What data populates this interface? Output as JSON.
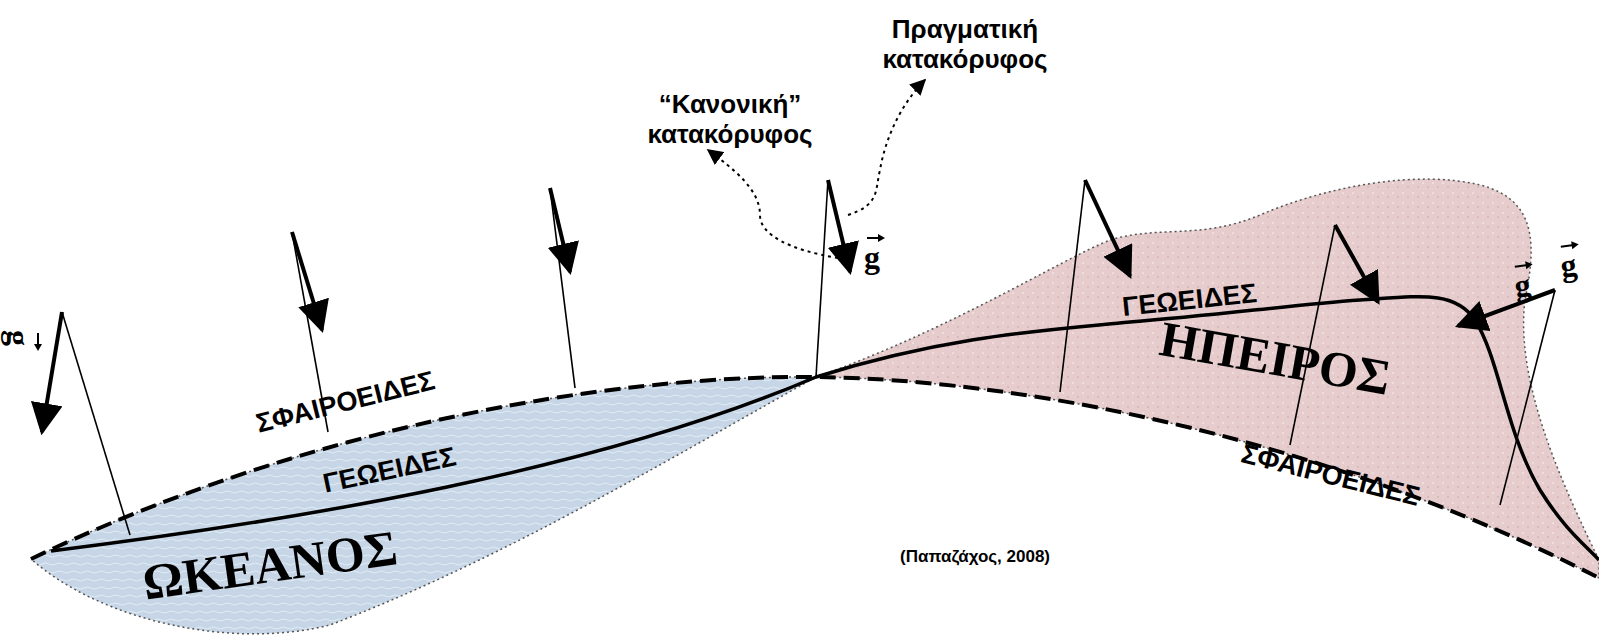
{
  "diagram": {
    "labels": [
      "Πραγματική κατακόρυφος",
      "“Κανονική” κατακόρυφος",
      "g",
      "g",
      "g",
      "g",
      "ΣΦΑΙΡΟΕΙΔΕΣ",
      "ΓΕΩΕΙΔΕΣ",
      "ΩΚΕΑΝΟΣ",
      "ΓΕΩΕΙΔΕΣ",
      "ΗΠΕΙΡΟΣ",
      "ΣΦΑΙΡΟΕΙΔΕΣ",
      "(Παπαζάχος, 2008)"
    ]
  }
}
